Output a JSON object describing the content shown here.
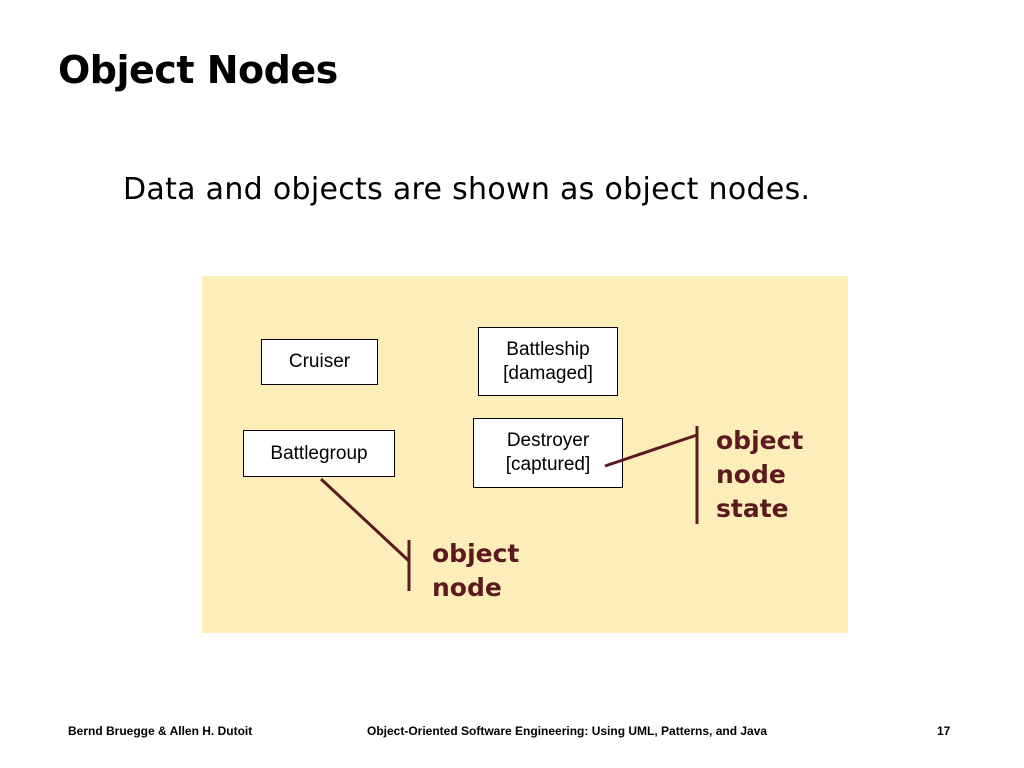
{
  "slide": {
    "title": "Object Nodes",
    "subtitle": "Data and objects are shown as object nodes."
  },
  "diagram": {
    "nodes": {
      "cruiser": {
        "line1": "Cruiser"
      },
      "battleship": {
        "line1": "Battleship",
        "line2": "[damaged]"
      },
      "battlegroup": {
        "line1": "Battlegroup"
      },
      "destroyer": {
        "line1": "Destroyer",
        "line2": "[captured]"
      }
    },
    "callouts": {
      "state": {
        "line1": "object",
        "line2": "node",
        "line3": "state"
      },
      "node": {
        "line1": "object",
        "line2": "node"
      }
    },
    "colors": {
      "panel": "#fcedb9",
      "callout": "#5c1a1f",
      "node_border": "#000000"
    }
  },
  "footer": {
    "authors": "Bernd Bruegge & Allen H. Dutoit",
    "course": "Object-Oriented Software Engineering: Using UML, Patterns, and Java",
    "page": "17"
  }
}
